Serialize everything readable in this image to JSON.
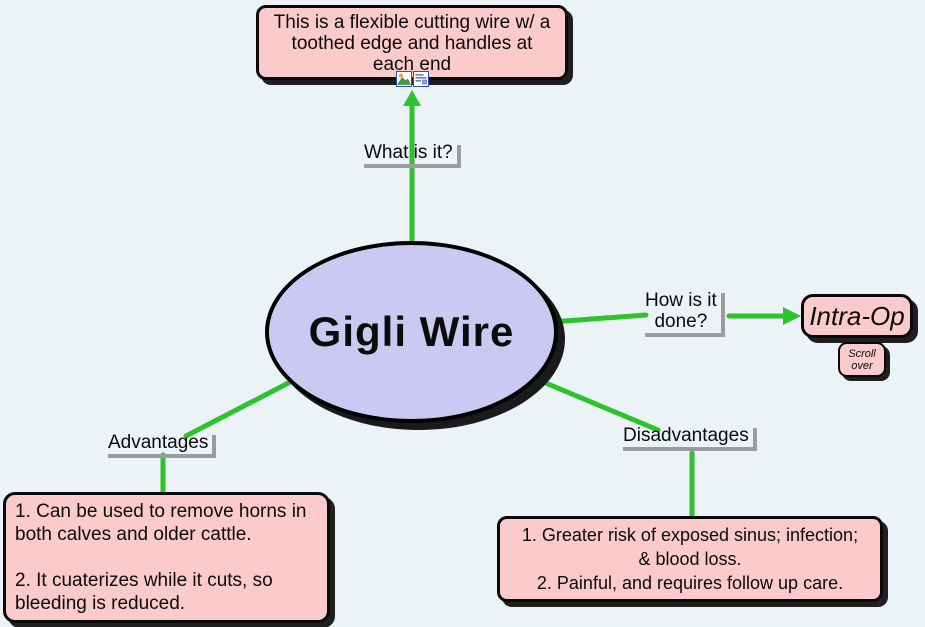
{
  "colors": {
    "background": "#ebf3f6",
    "node_fill": "#fbcaca",
    "ellipse_fill": "#c9c9f2",
    "link_green": "#2ec22e",
    "label_shadow": "#9c9c9c",
    "border_black": "#0a0a0a",
    "icon_border_blue": "#2d4fc0"
  },
  "map": {
    "center": {
      "label": "Gigli Wire"
    },
    "links": {
      "what": {
        "label": "What is it?"
      },
      "how": {
        "lines": [
          "How is it",
          "done?"
        ]
      },
      "advantages": {
        "label": "Advantages"
      },
      "disadvantages": {
        "label": "Disadvantages"
      }
    },
    "nodes": {
      "definition": {
        "lines": [
          "This is a flexible cutting wire w/ a",
          "toothed edge and handles at",
          "each end"
        ]
      },
      "intra_op": {
        "label": "Intra-Op"
      },
      "scroll_over": {
        "lines": [
          "Scroll",
          "over"
        ]
      },
      "advantages": {
        "lines": [
          "1. Can be used to remove horns in",
          "both calves and older cattle.",
          "",
          "2. It cuaterizes while it cuts, so",
          "bleeding is reduced."
        ]
      },
      "disadvantages": {
        "lines": [
          "1. Greater risk of exposed sinus; infection;",
          "& blood loss.",
          "2. Painful, and requires follow up care."
        ]
      }
    },
    "icons": {
      "image": "image-attachment-icon",
      "note": "note-attachment-icon"
    }
  }
}
